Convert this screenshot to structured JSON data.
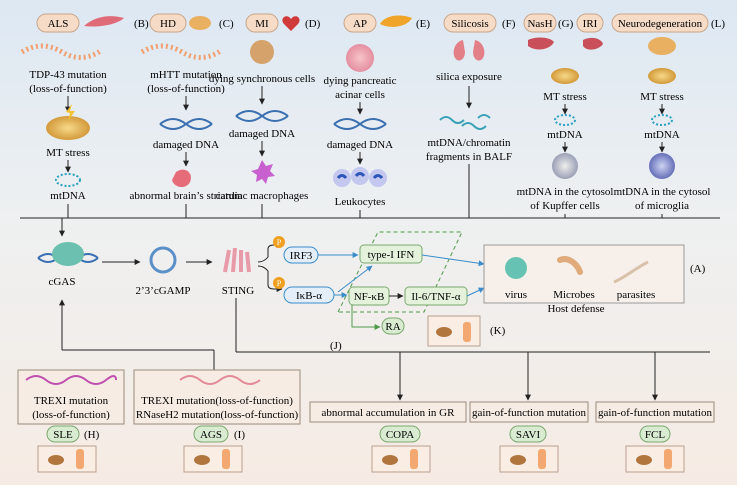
{
  "diseases": [
    {
      "abbr": "ALS",
      "letter": "(B)"
    },
    {
      "abbr": "HD",
      "letter": "(C)"
    },
    {
      "abbr": "MI",
      "letter": "(D)"
    },
    {
      "abbr": "AP",
      "letter": "(E)"
    },
    {
      "abbr": "Silicosis",
      "letter": "(F)"
    },
    {
      "abbr": "NasH",
      "letter": "(G)"
    },
    {
      "abbr": "IRI",
      "letter": ""
    },
    {
      "abbr": "Neurodegeneration",
      "letter": "(L)"
    }
  ],
  "columns": {
    "als": {
      "l1": "TDP-43 mutation",
      "l2": "(loss-of-function)",
      "stress": "MT stress",
      "end": "mtDNA"
    },
    "hd": {
      "l1": "mHTT mutation",
      "l2": "(loss-of-function)",
      "mid": "damaged DNA",
      "end": "abnormal brain’s striatum"
    },
    "mi": {
      "l1": "dying synchronous cells",
      "mid": "damaged DNA",
      "end": "cardiac macrophages"
    },
    "ap": {
      "l1": "dying pancreatic",
      "l2": "acinar cells",
      "mid": "damaged DNA",
      "end": "Leukocytes"
    },
    "silicosis": {
      "l1": "silica exposure",
      "e1": "mtDNA/chromatin",
      "e2": "fragments in BALF"
    },
    "nash": {
      "stress": "MT stress",
      "mid": "mtDNA",
      "e1": "mtDNA in the cytosol",
      "e2": "of Kupffer cells"
    },
    "neuro": {
      "stress": "MT stress",
      "mid": "mtDNA",
      "e1": "mtDNA in the cytosol",
      "e2": "of microglia"
    }
  },
  "pathway": {
    "cgas": "cGAS",
    "cgamp": "2’3’cGAMP",
    "sting": "STING",
    "p": "P",
    "irf3": "IRF3",
    "ikb": "IκB-α",
    "nfkb": "NF-κB",
    "ifn": "type-I IFN",
    "il6": "Il-6/TNF-α",
    "ra": "RA",
    "ra_letter": "(K)",
    "j_letter": "(J)"
  },
  "host_defense": {
    "virus": "virus",
    "microbes": "Microbes",
    "parasites": "parasites",
    "caption": "Host defense",
    "letter": "(A)"
  },
  "bottom": [
    {
      "l1": "TREXI mutation",
      "l2": "(loss-of-function)",
      "disease": "SLE",
      "letter": "(H)"
    },
    {
      "l1": "TREXI mutation(loss-of-function)",
      "l2": "RNaseH2 mutation(loss-of-function)",
      "disease": "AGS",
      "letter": "(I)"
    },
    {
      "l1": "abnormal accumulation in GR",
      "disease": "COPA"
    },
    {
      "l1": "gain-of-function mutation",
      "disease": "SAVI"
    },
    {
      "l1": "gain-of-function mutation",
      "disease": "FCL"
    }
  ],
  "colors": {
    "pill": "#f6dcc6",
    "pill_border": "#c9a68a",
    "green_pill": "#d9ecd2",
    "green_border": "#7aa86e",
    "arrow": "#222",
    "blue_arrow": "#3a8ccb",
    "green_arrow": "#4f9a4a",
    "p_badge": "#f0a020"
  }
}
